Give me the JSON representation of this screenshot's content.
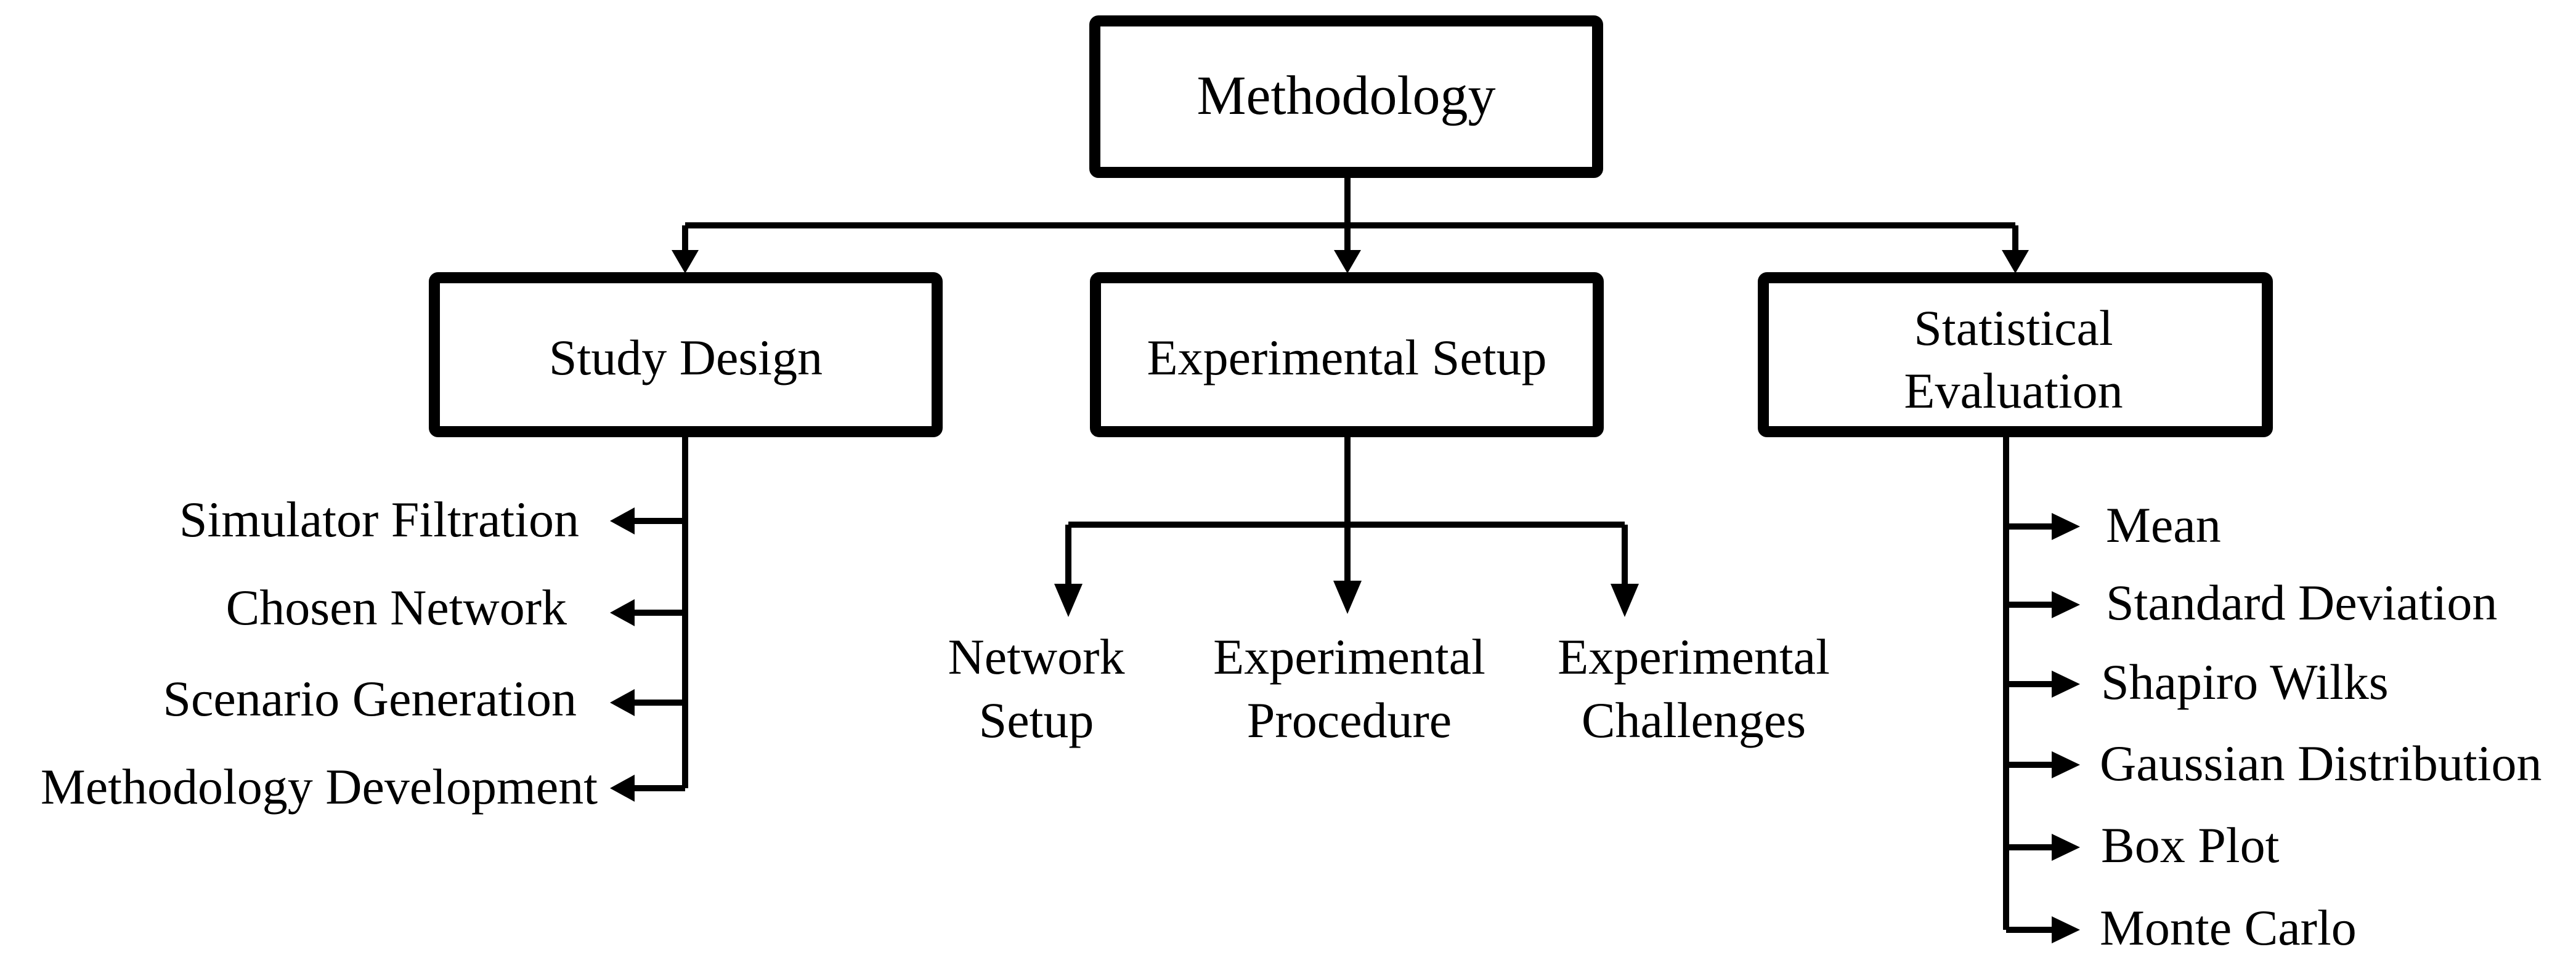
{
  "root": {
    "label": "Methodology"
  },
  "branches": {
    "study_design": {
      "label": "Study Design",
      "items": [
        "Simulator Filtration",
        "Chosen Network",
        "Scenario Generation",
        "Methodology Development"
      ]
    },
    "experimental_setup": {
      "label": "Experimental Setup",
      "items": [
        {
          "line1": "Network",
          "line2": "Setup"
        },
        {
          "line1": "Experimental",
          "line2": "Procedure"
        },
        {
          "line1": "Experimental",
          "line2": "Challenges"
        }
      ]
    },
    "statistical_evaluation": {
      "line1": "Statistical",
      "line2": "Evaluation",
      "items": [
        "Mean",
        "Standard Deviation",
        "Shapiro Wilks",
        "Gaussian Distribution",
        "Box Plot",
        "Monte Carlo"
      ]
    }
  }
}
